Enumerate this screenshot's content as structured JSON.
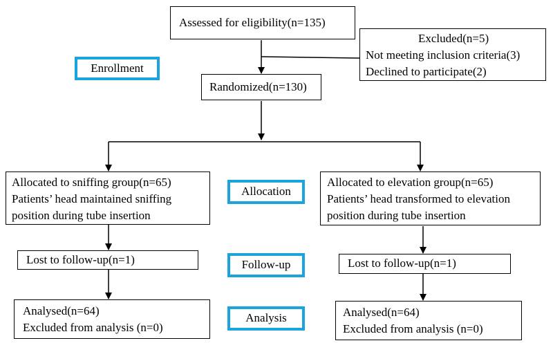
{
  "flow": {
    "assessed": "Assessed for eligibility(n=135)",
    "excluded": {
      "title": "Excluded(n=5)",
      "reasons": [
        "Not meeting inclusion criteria(3)",
        "Declined to participate(2)"
      ]
    },
    "randomized": "Randomized(n=130)",
    "sniffing": {
      "allocated": [
        "Allocated to sniffing group(n=65)",
        "Patients’ head maintained sniffing",
        "position during tube insertion"
      ],
      "lost": "Lost to follow-up(n=1)",
      "analysis": [
        "Analysed(n=64)",
        "Excluded from analysis (n=0)"
      ]
    },
    "elevation": {
      "allocated": [
        "Allocated to elevation group(n=65)",
        "Patients’ head transformed to elevation",
        "position during tube insertion"
      ],
      "lost": "Lost to follow-up(n=1)",
      "analysis": [
        "Analysed(n=64)",
        "Excluded from analysis (n=0)"
      ]
    }
  },
  "stages": {
    "enrollment": "Enrollment",
    "allocation": "Allocation",
    "follow_up": "Follow-up",
    "analysis": "Analysis"
  },
  "colors": {
    "stage_border": "#1aa3dc",
    "line": "#000000"
  }
}
